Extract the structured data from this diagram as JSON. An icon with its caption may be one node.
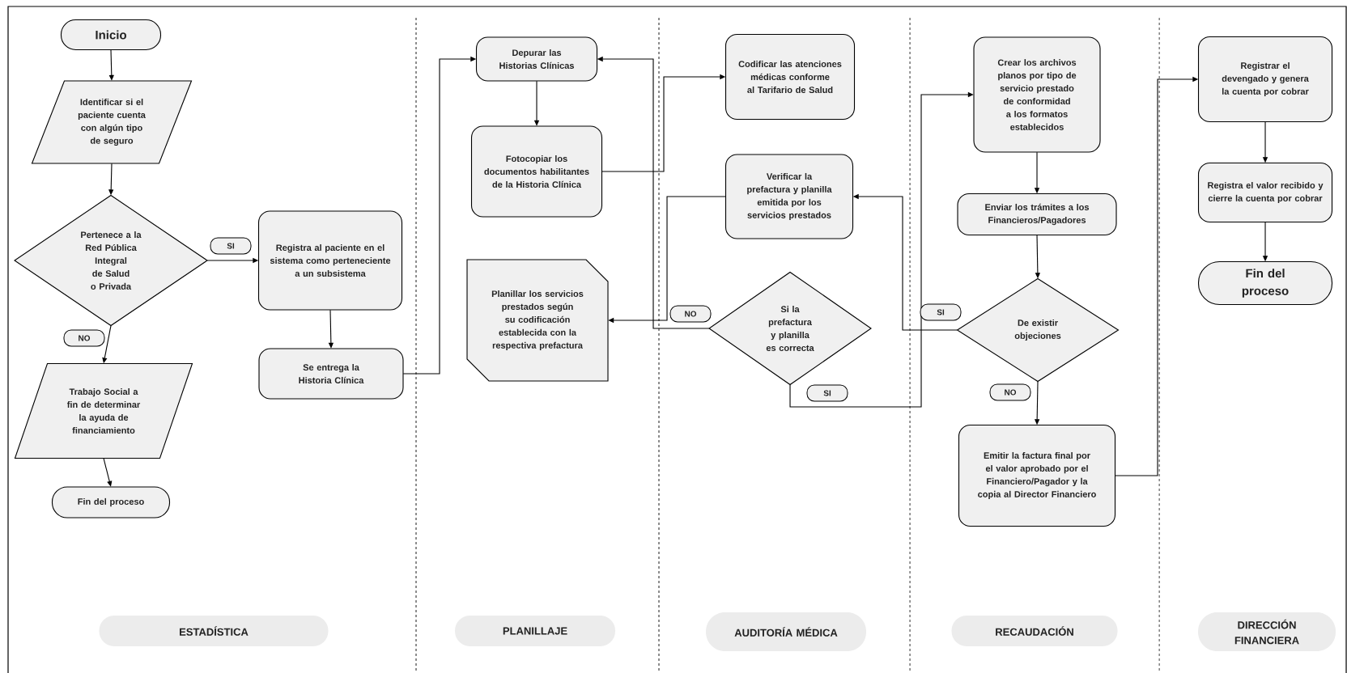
{
  "diagram": {
    "nodes": [
      {
        "text": [
          "Inicio"
        ]
      },
      {
        "text": [
          "Identificar si el paciente cuenta con algún tipo de seguro"
        ]
      },
      {
        "text": [
          "Pertenece a la Red Pública Integral de Salud o Privada"
        ]
      },
      {
        "text": [
          "Trabajo Social a fin de determinar la ayuda de financiamiento"
        ]
      },
      {
        "text": [
          "Fin del proceso"
        ]
      },
      {
        "text": [
          "Registra al paciente en el sistema como perteneciente a un subsistema"
        ]
      },
      {
        "text": [
          "Se entrega la Historia Clínica"
        ]
      },
      {
        "text": [
          "Depurar las Historias Clínicas"
        ]
      },
      {
        "text": [
          "Fotocopiar los documentos habilitantes de la Historia Clínica"
        ]
      },
      {
        "text": [
          "Planillar los servicios prestados según su codificación establecida con la respectiva prefactura"
        ]
      },
      {
        "text": [
          "Codificar las atenciones médicas conforme al Tarifario de Salud"
        ]
      },
      {
        "text": [
          "Verificar la prefactura y planilla emitida por los servicios prestados"
        ]
      },
      {
        "text": [
          "Si la prefactura y planilla es correcta"
        ]
      },
      {
        "text": [
          "Crear los archivos planos por tipo de servicio prestado de conformidad a los formatos establecidos"
        ]
      },
      {
        "text": [
          "Enviar los trámites a los Financieros/Pagadores"
        ]
      },
      {
        "text": [
          "De existir objeciones"
        ]
      },
      {
        "text": [
          "Emitir la factura final por el valor aprobado por el Financiero/Pagador y la copia al Director Financiero"
        ]
      },
      {
        "text": [
          "Registrar el devengado y genera la cuenta por cobrar"
        ]
      },
      {
        "text": [
          "Registra el valor recibido y cierre la cuenta por cobrar"
        ]
      },
      {
        "text": [
          "Fin del proceso"
        ]
      },
      {
        "text": [
          "ESTADÍSTICA"
        ]
      },
      {
        "text": [
          "PLANILLAJE"
        ]
      },
      {
        "text": [
          "AUDITORÍA MÉDICA"
        ]
      },
      {
        "text": [
          "RECAUDACIÓN"
        ]
      },
      {
        "text": [
          "DIRECCIÓN FINANCIERA"
        ]
      }
    ],
    "edges": [
      {
        "from": 0,
        "to": 1,
        "arrow": "to"
      },
      {
        "from": 1,
        "to": 2,
        "arrow": "to"
      },
      {
        "from": 2,
        "to": 5,
        "arrow": "to",
        "label": "SI"
      },
      {
        "from": 2,
        "to": 3,
        "arrow": "to",
        "label": "NO"
      },
      {
        "from": 3,
        "to": 4,
        "arrow": "to"
      },
      {
        "from": 5,
        "to": 6,
        "arrow": "to"
      },
      {
        "from": 6,
        "to": 7,
        "arrow": "to"
      },
      {
        "from": 7,
        "to": 8,
        "arrow": "to"
      },
      {
        "from": 8,
        "to": 10,
        "arrow": "to"
      },
      {
        "from": 11,
        "to": 9,
        "arrow": "to"
      },
      {
        "from": 12,
        "to": 7,
        "arrow": "to",
        "label": "NO"
      },
      {
        "from": 12,
        "to": 13,
        "arrow": "to",
        "label": "SI"
      },
      {
        "from": 13,
        "to": 14,
        "arrow": "to"
      },
      {
        "from": 14,
        "to": 15,
        "arrow": "to"
      },
      {
        "from": 15,
        "to": 11,
        "arrow": "to",
        "label": "SI"
      },
      {
        "from": 15,
        "to": 16,
        "arrow": "to",
        "label": "NO"
      },
      {
        "from": 16,
        "to": 17,
        "arrow": "to"
      },
      {
        "from": 17,
        "to": 18,
        "arrow": "to"
      },
      {
        "from": 18,
        "to": 19,
        "arrow": "to"
      }
    ]
  }
}
